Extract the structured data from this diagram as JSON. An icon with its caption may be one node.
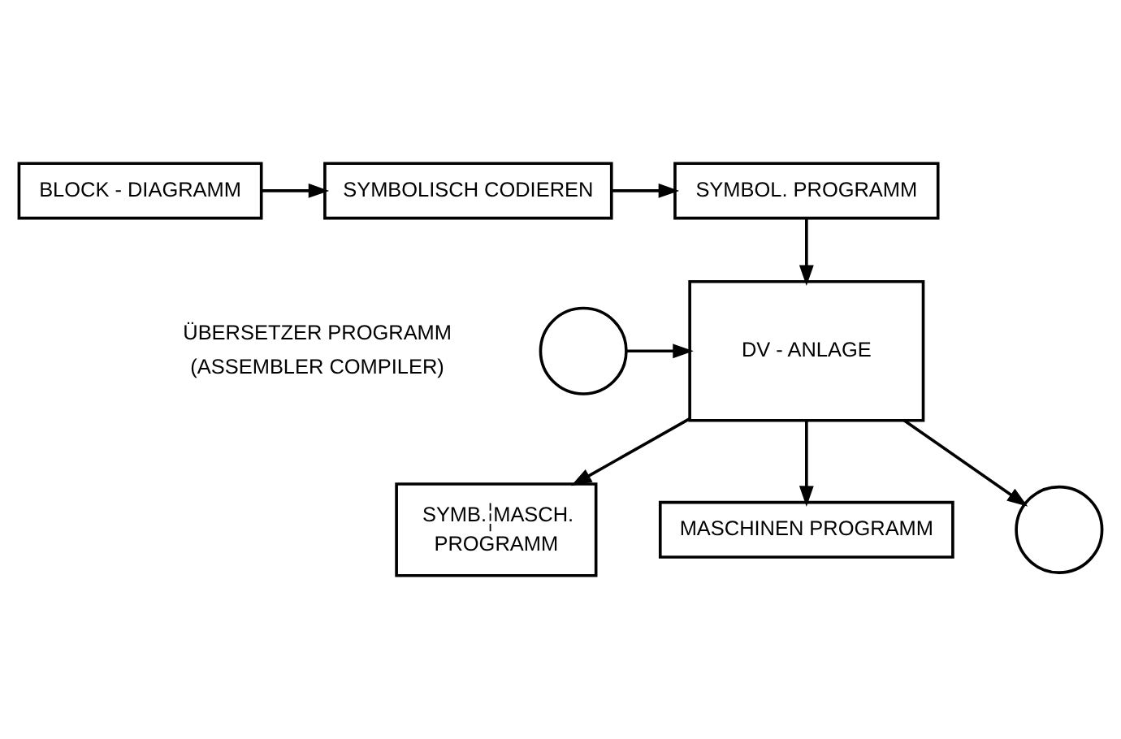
{
  "diagram": {
    "nodes": [
      {
        "text": [
          "BLOCK - DIAGRAMM"
        ]
      },
      {
        "text": [
          "SYMBOLISCH CODIEREN"
        ]
      },
      {
        "text": [
          "SYMBOL. PROGRAMM"
        ]
      },
      {
        "text": [
          "DV - ANLAGE"
        ]
      },
      {
        "text": [],
        "shape": "circle",
        "beside": [
          "ÜBERSETZER PROGRAMM",
          "(ASSEMBLER COMPILER)"
        ]
      },
      {
        "text": [
          "SYMB.",
          "MASCH.",
          "PROGRAMM"
        ]
      },
      {
        "text": [
          "MASCHINEN PROGRAMM"
        ]
      },
      {
        "text": [],
        "shape": "circle"
      }
    ],
    "edges": [
      {
        "from": 0,
        "to": 1,
        "arrow": "to"
      },
      {
        "from": 1,
        "to": 2,
        "arrow": "to"
      },
      {
        "from": 2,
        "to": 3,
        "arrow": "to"
      },
      {
        "from": 4,
        "to": 3,
        "arrow": "to"
      },
      {
        "from": 3,
        "to": 5,
        "arrow": "to"
      },
      {
        "from": 3,
        "to": 6,
        "arrow": "to"
      },
      {
        "from": 3,
        "to": 7,
        "arrow": "to"
      }
    ]
  }
}
